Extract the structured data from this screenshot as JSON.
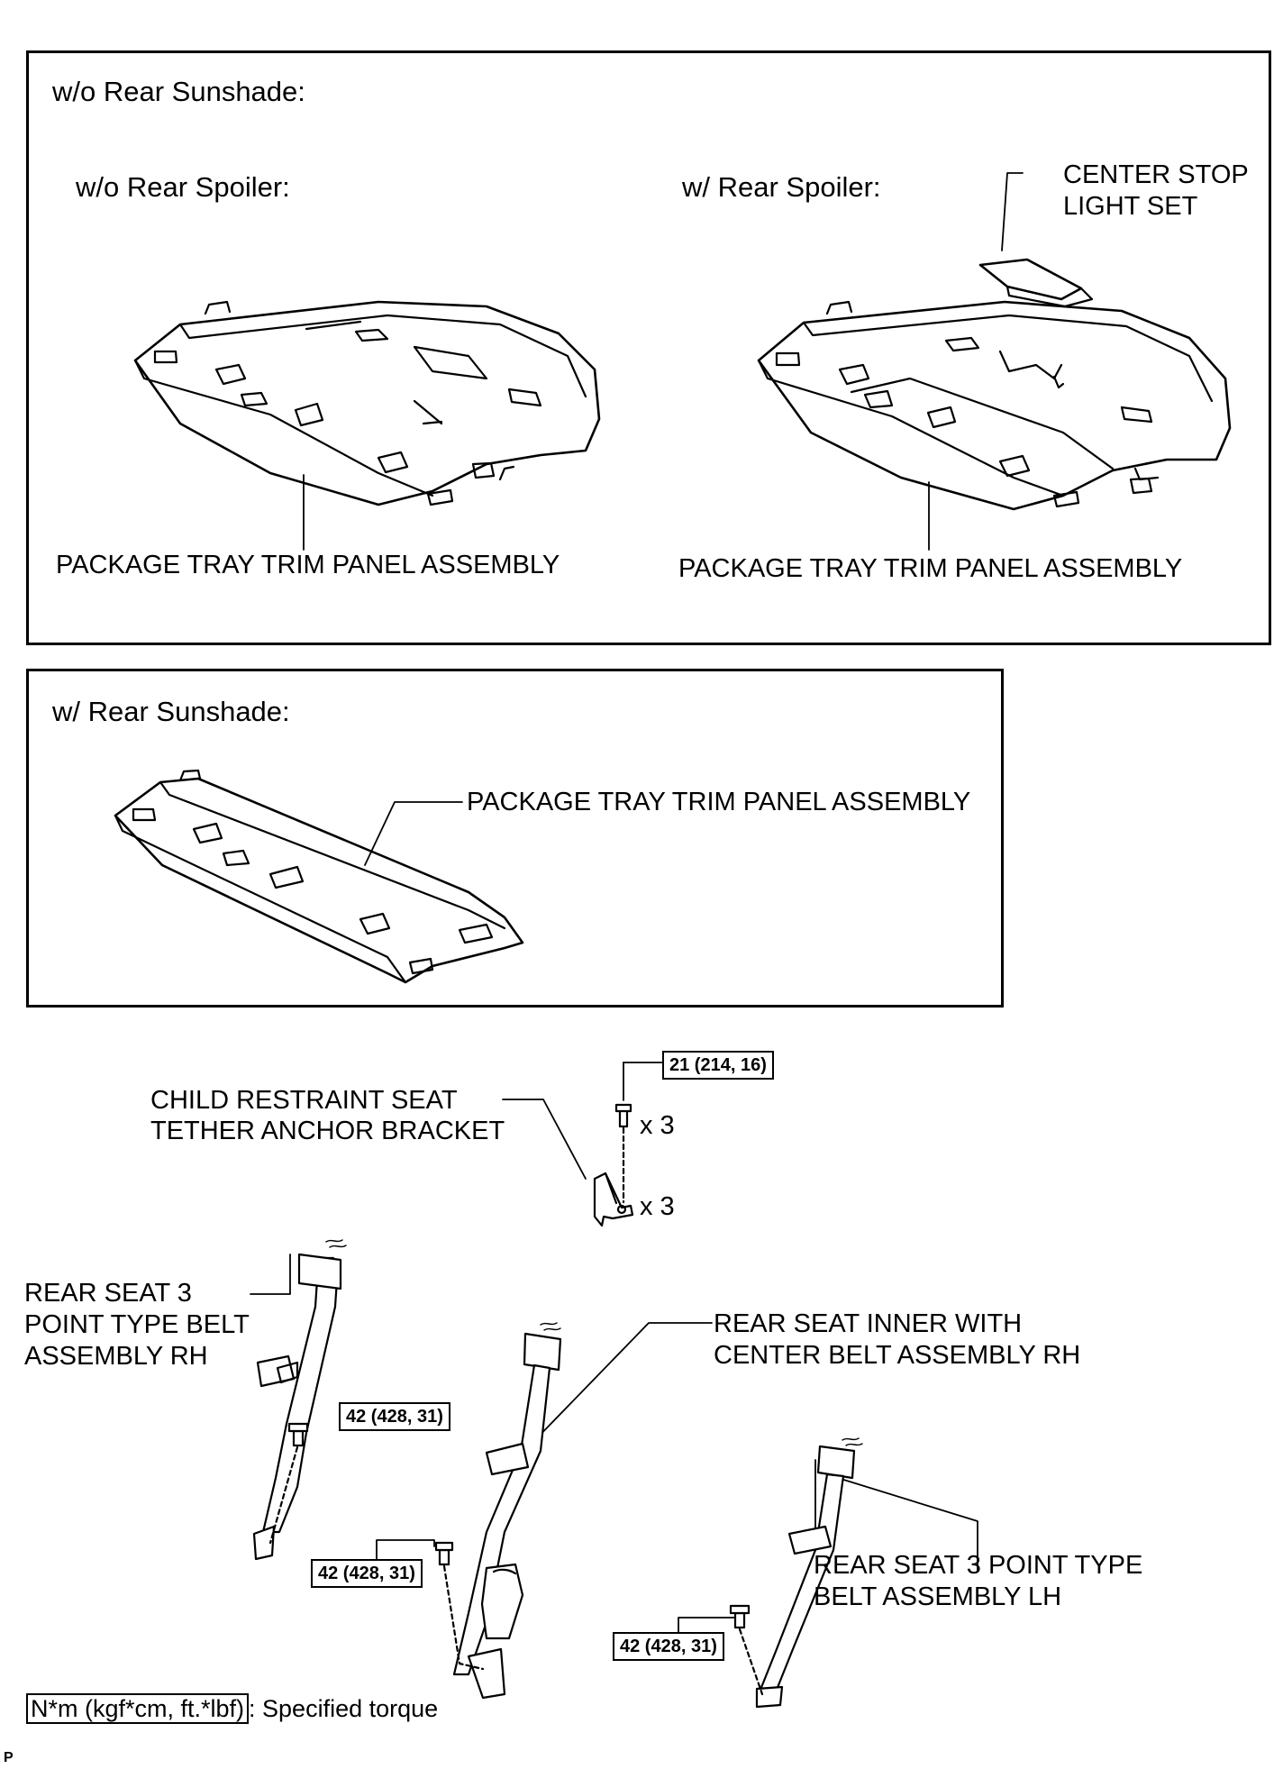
{
  "panel_top": {
    "header": "w/o Rear Sunshade:",
    "left_sub": "w/o Rear Spoiler:",
    "right_sub": "w/ Rear Spoiler:",
    "left_part": "PACKAGE TRAY TRIM PANEL ASSEMBLY",
    "right_part": "PACKAGE TRAY TRIM PANEL ASSEMBLY",
    "stop_light_line1": "CENTER STOP",
    "stop_light_line2": "LIGHT SET"
  },
  "panel_mid": {
    "header": "w/ Rear Sunshade:",
    "part": "PACKAGE TRAY TRIM PANEL ASSEMBLY"
  },
  "lower": {
    "tether_line1": "CHILD RESTRAINT SEAT",
    "tether_line2": "TETHER ANCHOR BRACKET",
    "torque_tether": "21 (214, 16)",
    "qty_bolt": "x 3",
    "qty_bracket": "x 3",
    "rh_outer_line1": "REAR SEAT 3",
    "rh_outer_line2": "POINT TYPE BELT",
    "rh_outer_line3": "ASSEMBLY RH",
    "torque_rh_outer": "42 (428, 31)",
    "inner_line1": "REAR SEAT INNER WITH",
    "inner_line2": "CENTER BELT ASSEMBLY RH",
    "torque_inner": "42 (428, 31)",
    "lh_line1": "REAR SEAT 3 POINT TYPE",
    "lh_line2": "BELT ASSEMBLY LH",
    "torque_lh": "42 (428, 31)"
  },
  "legend": {
    "unit_box": "N*m (kgf*cm, ft.*lbf)",
    "text": ": Specified torque"
  },
  "corner_mark": "P"
}
